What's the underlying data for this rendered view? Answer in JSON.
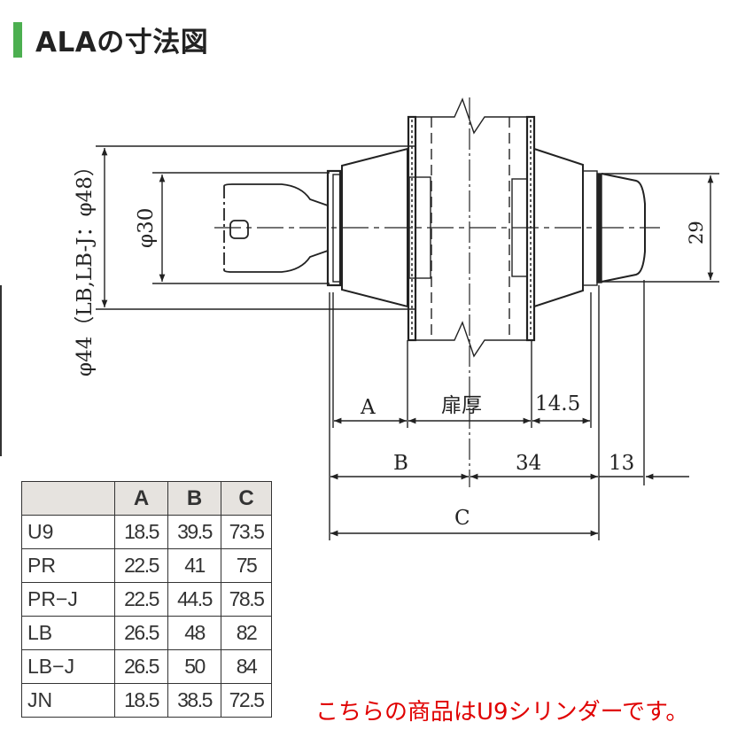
{
  "header": {
    "title": "ALAの寸法図",
    "accent_color": "#4caf50"
  },
  "drawing": {
    "labels": {
      "outer_diameter": "φ44（LB,LB-J：φ48）",
      "inner_diameter": "φ30",
      "knob_height": "29",
      "dim_a": "A",
      "door_thickness": "扉厚",
      "dim_14_5": "14.5",
      "dim_b": "B",
      "dim_34": "34",
      "dim_13": "13",
      "dim_c": "C"
    }
  },
  "table": {
    "header_bg": "#e6e3df",
    "columns": [
      "",
      "A",
      "B",
      "C"
    ],
    "rows": [
      {
        "model": "U9",
        "a": "18.5",
        "b": "39.5",
        "c": "73.5"
      },
      {
        "model": "PR",
        "a": "22.5",
        "b": "41",
        "c": "75"
      },
      {
        "model": "PR−J",
        "a": "22.5",
        "b": "44.5",
        "c": "78.5"
      },
      {
        "model": "LB",
        "a": "26.5",
        "b": "48",
        "c": "82"
      },
      {
        "model": "LB−J",
        "a": "26.5",
        "b": "50",
        "c": "84"
      },
      {
        "model": "JN",
        "a": "18.5",
        "b": "38.5",
        "c": "72.5"
      }
    ]
  },
  "note": {
    "text": "こちらの商品はU9シリンダーです。",
    "color": "#e00000"
  }
}
